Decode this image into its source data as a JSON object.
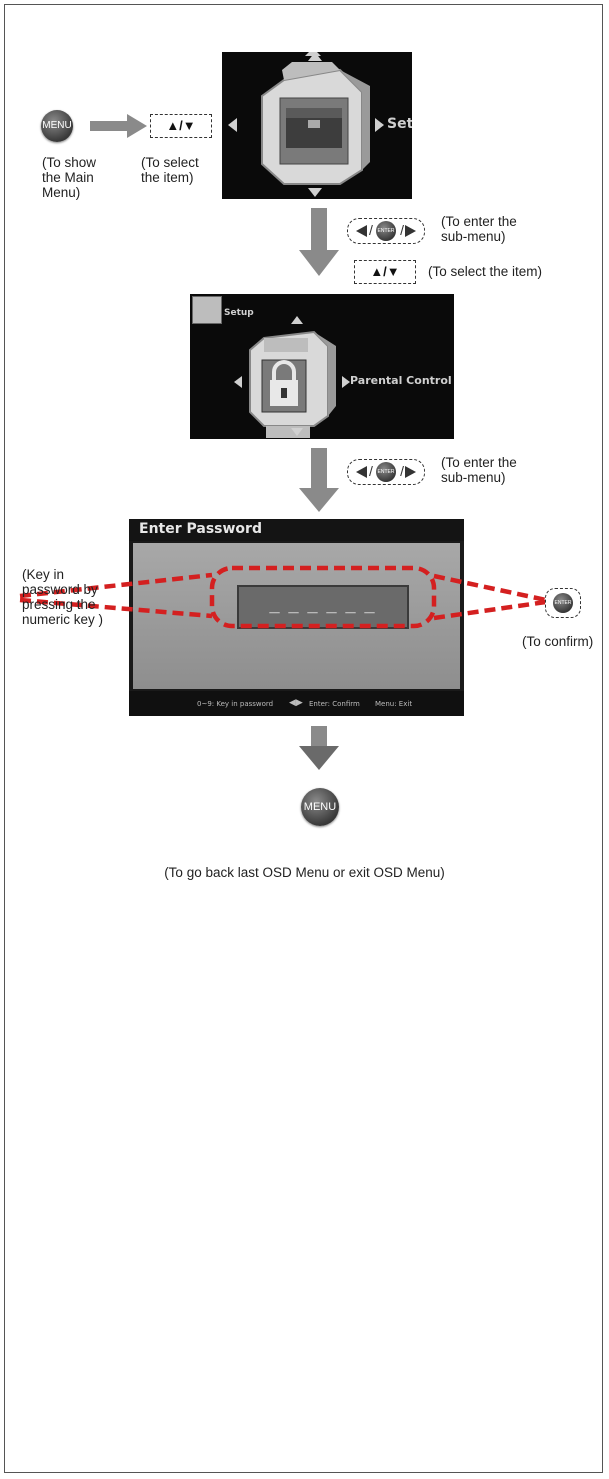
{
  "step1": {
    "menu_key": "MENU",
    "menu_caption": [
      "(To show",
      "the Main",
      "Menu)"
    ],
    "select_keys": "▲/▼",
    "select_caption": [
      "(To select",
      "the item)"
    ],
    "screen_label": "Setup"
  },
  "step2": {
    "enter_key": "ENTER",
    "enter_caption": [
      "(To enter the",
      "sub-menu)"
    ],
    "select_keys": "▲/▼",
    "select_caption": "(To select the item)",
    "screen_corner_label": "Setup",
    "screen_label": "Parental Control"
  },
  "step3": {
    "enter_key": "ENTER",
    "enter_caption": [
      "(To enter the",
      "sub-menu)"
    ]
  },
  "password_screen": {
    "title": "Enter Password",
    "placeholder": "_ _ _ _ _ _",
    "footer_keyin": "0~9: Key in password",
    "footer_confirm": "Enter: Confirm",
    "footer_exit": "Menu: Exit",
    "left_caption": [
      "(Key in",
      "password by",
      "pressing the",
      "numeric key )"
    ],
    "confirm_key": "ENTER",
    "confirm_caption": "(To confirm)"
  },
  "step4": {
    "menu_key": "MENU",
    "caption": "(To go back last OSD Menu or exit OSD Menu)"
  }
}
